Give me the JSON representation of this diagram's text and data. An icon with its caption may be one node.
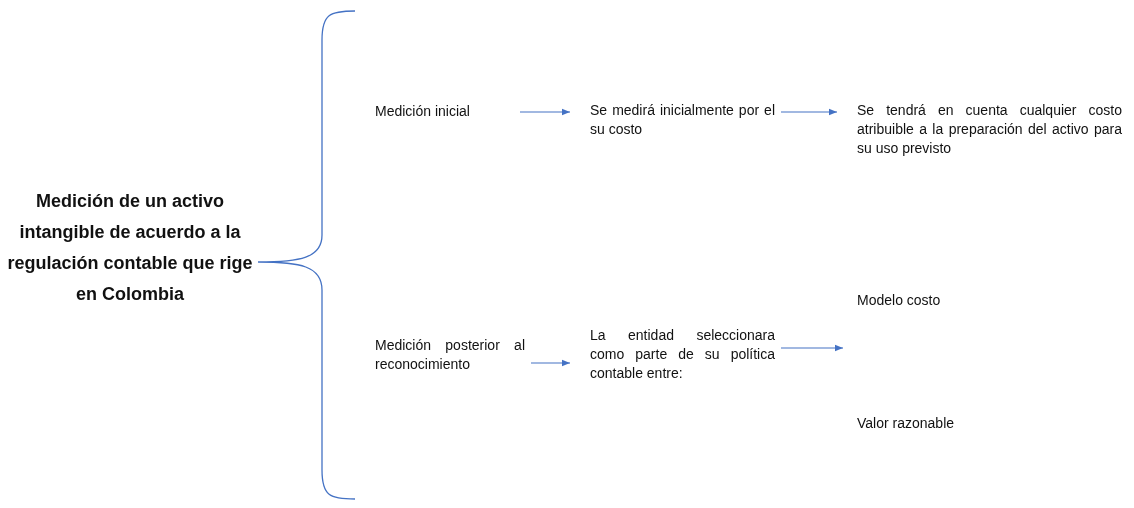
{
  "diagram": {
    "nodes": [
      {
        "text": [
          "Medición de un activo intangible de acuerdo a la regulación contable que rige en Colombia"
        ]
      },
      {
        "text": [
          "Medición inicial"
        ]
      },
      {
        "text": [
          "Se medirá inicialmente por el su costo"
        ]
      },
      {
        "text": [
          "Se tendrá en cuenta cualquier costo atribuible a la preparación del activo para su uso previsto"
        ]
      },
      {
        "text": [
          "Medición posterior al reconocimiento"
        ]
      },
      {
        "text": [
          "La entidad seleccionara como parte de su política contable entre:"
        ]
      },
      {
        "text": [
          "Modelo costo"
        ]
      },
      {
        "text": [
          "Valor razonable"
        ]
      }
    ],
    "edges": [
      {
        "from": 1,
        "to": 2,
        "arrow": "to"
      },
      {
        "from": 2,
        "to": 3,
        "arrow": "to"
      },
      {
        "from": 4,
        "to": 5,
        "arrow": "to"
      },
      {
        "from": 5,
        "to": null,
        "arrow": "to"
      }
    ]
  }
}
